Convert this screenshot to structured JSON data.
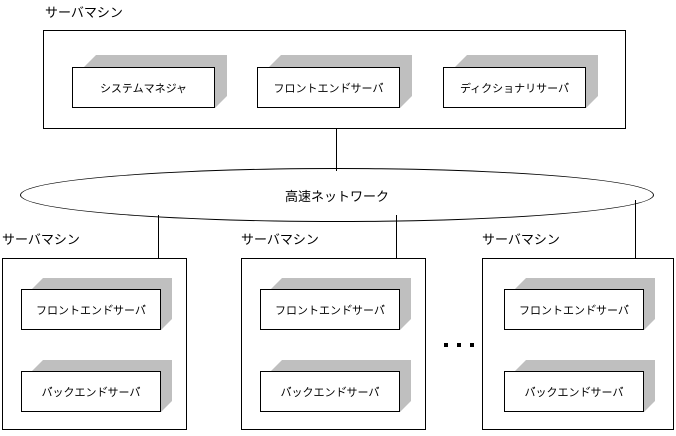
{
  "diagram": {
    "title_top": "サーバマシン",
    "network": {
      "label": "高速ネットワーク"
    },
    "top_machine": {
      "caption": "サーバマシン",
      "components": [
        {
          "label": "システムマネジャ"
        },
        {
          "label": "フロントエンド゙サーバ゙"
        },
        {
          "label": "ディクショナリサーバ゙"
        }
      ]
    },
    "bottom_machines": [
      {
        "caption": "サーバマシン",
        "components": [
          {
            "label": "フロントエンド゙サーバ゙"
          },
          {
            "label": "バ゙ックエンド゙サーバ゙"
          }
        ]
      },
      {
        "caption": "サーバマシン",
        "components": [
          {
            "label": "フロントエンド゙サーバ゙"
          },
          {
            "label": "バ゙ックエンド゙サーバ゙"
          }
        ]
      },
      {
        "caption": "サーバマシン",
        "components": [
          {
            "label": "フロントエンド゙サーバ゙"
          },
          {
            "label": "バ゙ックエンド゙サーバ゙"
          }
        ]
      }
    ],
    "ellipsis": "...",
    "colors": {
      "line": "#000000",
      "slab_shade": "#bfbfbf",
      "slab_face": "#ffffff",
      "background": "#ffffff"
    }
  }
}
